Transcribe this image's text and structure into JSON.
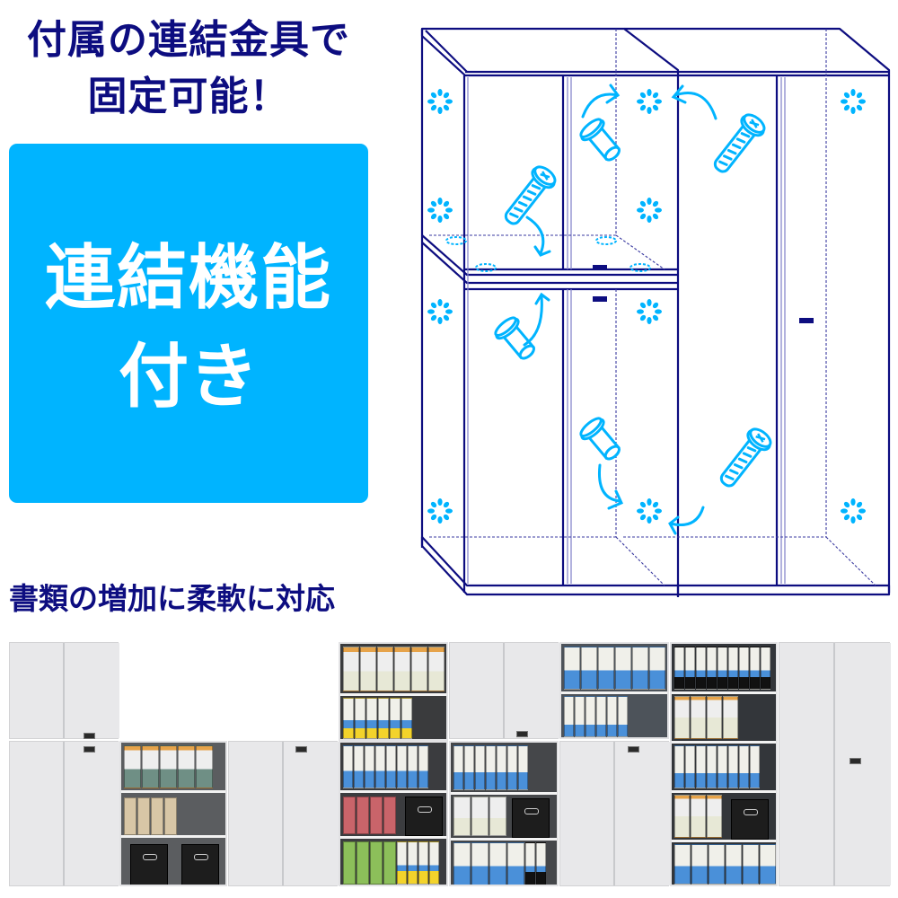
{
  "headline": {
    "line1": "付属の連結金具で",
    "line2": "固定可能！",
    "color": "#0d0d80"
  },
  "feature_box": {
    "line1": "連結機能",
    "line2": "付き",
    "background": "#00b4ff",
    "text_color": "#ffffff"
  },
  "subtitle": {
    "text": "書類の増加に柔軟に対応",
    "color": "#0d0d80"
  },
  "diagram": {
    "description": "Line drawing of two stacked cabinets joined to a tall cabinet with connecting bolts",
    "line_color": "#0d0d80",
    "accent_color": "#00b4ff",
    "icons": [
      "bolt-icon",
      "sleeve-nut-icon",
      "connection-hole-icon",
      "curved-arrow-icon",
      "door-handle-icon"
    ]
  },
  "photo_strip": {
    "description": "Photo row of white storage cabinets in various stacked configurations with binders and boxes",
    "cabinet_color": "#e9e9ea",
    "binder_colors": [
      "#6f8f85",
      "#d8c6a6",
      "#4a90d9",
      "#c9646a",
      "#8cbf5a",
      "#f3d32b",
      "#f0f0ea"
    ]
  }
}
